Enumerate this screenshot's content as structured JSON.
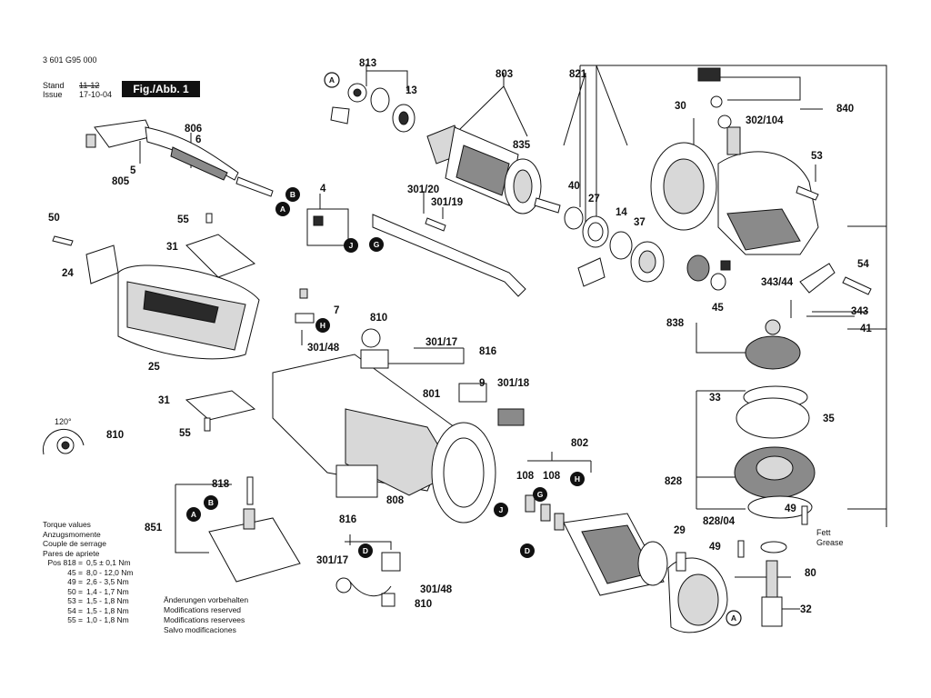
{
  "header": {
    "doc_number": "3 601 G95 000",
    "stand_label": "Stand",
    "issue_label": "Issue",
    "stand_value": "11-12",
    "issue_value": "17-10-04",
    "figure_label": "Fig./Abb. 1"
  },
  "torque": {
    "lines": [
      "Torque values",
      "Anzugsmomente",
      "Couple de serrage",
      "Pares de apriete"
    ],
    "rows": [
      {
        "pos": "Pos 818 =",
        "val": "0,5 ± 0,1 Nm"
      },
      {
        "pos": "45 =",
        "val": "8,0 - 12,0 Nm"
      },
      {
        "pos": "49 =",
        "val": "2,6 - 3,5 Nm"
      },
      {
        "pos": "50 =",
        "val": "1,4 - 1,7 Nm"
      },
      {
        "pos": "53 =",
        "val": "1,5 - 1,8 Nm"
      },
      {
        "pos": "54 =",
        "val": "1,5 - 1,8 Nm"
      },
      {
        "pos": "55 =",
        "val": "1,0 - 1,8 Nm"
      }
    ]
  },
  "changes": [
    "Änderungen vorbehalten",
    "Modifications reserved",
    "Modifications reservees",
    "Salvo modificaciones"
  ],
  "grease": [
    "Fett",
    "Grease"
  ],
  "angle": "120°",
  "part_labels": [
    "813",
    "803",
    "821",
    "840",
    "302/104",
    "13",
    "835",
    "30",
    "806",
    "6",
    "5",
    "805",
    "4",
    "301/20",
    "301/19",
    "40",
    "27",
    "14",
    "37",
    "53",
    "50",
    "55",
    "31",
    "24",
    "54",
    "343/44",
    "343",
    "838",
    "45",
    "41",
    "25",
    "7",
    "810",
    "301/17",
    "301/48",
    "816",
    "9",
    "301/18",
    "801",
    "33",
    "35",
    "120°",
    "31",
    "55",
    "810",
    "818",
    "851",
    "108",
    "108",
    "802",
    "828",
    "828/04",
    "49",
    "29",
    "49",
    "80",
    "32",
    "808",
    "816",
    "301/17",
    "301/48",
    "810"
  ],
  "markers": [
    "A",
    "B",
    "A",
    "G",
    "H",
    "A",
    "B",
    "J",
    "G",
    "H",
    "J",
    "D",
    "D",
    "A"
  ],
  "colors": {
    "ink": "#111111",
    "paper": "#ffffff",
    "shade": "#8a8a8a"
  }
}
